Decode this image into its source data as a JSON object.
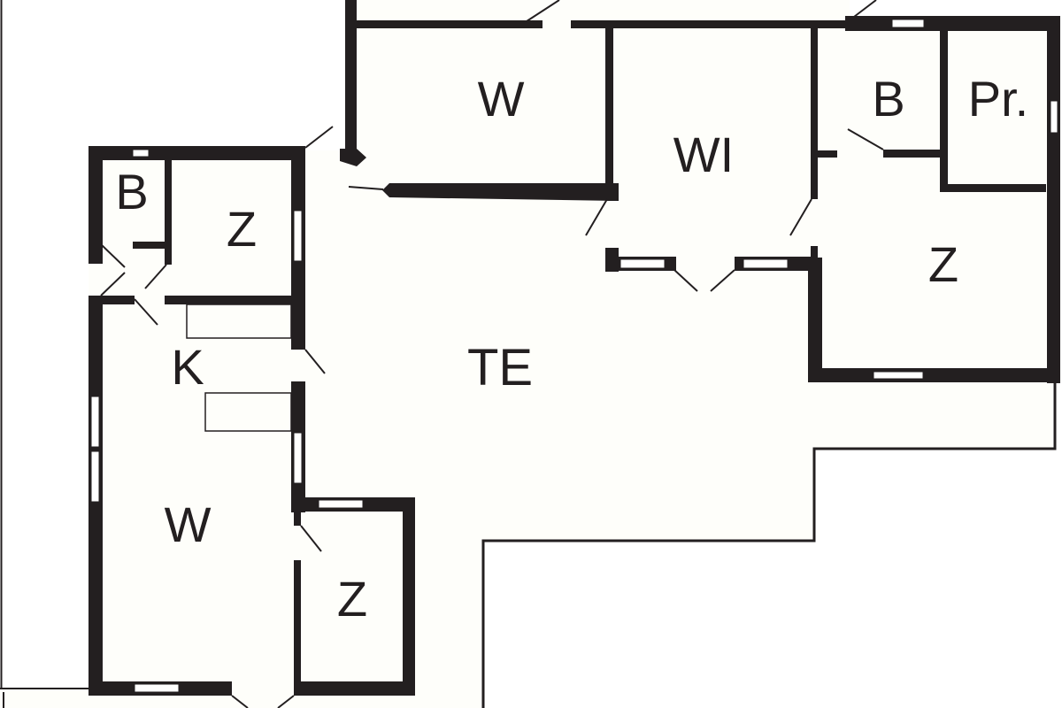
{
  "plan": {
    "colors": {
      "wall": "#231f20",
      "floor": "#fefefa",
      "outside": "#ffffff",
      "window": "#ffffff"
    },
    "rooms": [
      {
        "id": "w-top",
        "label": "W"
      },
      {
        "id": "wi",
        "label": "WI"
      },
      {
        "id": "b-top-right",
        "label": "B"
      },
      {
        "id": "pr",
        "label": "Pr."
      },
      {
        "id": "z-right",
        "label": "Z"
      },
      {
        "id": "b-left",
        "label": "B"
      },
      {
        "id": "z-left",
        "label": "Z"
      },
      {
        "id": "k",
        "label": "K"
      },
      {
        "id": "te",
        "label": "TE"
      },
      {
        "id": "w-left",
        "label": "W"
      },
      {
        "id": "z-bottom",
        "label": "Z"
      }
    ]
  }
}
